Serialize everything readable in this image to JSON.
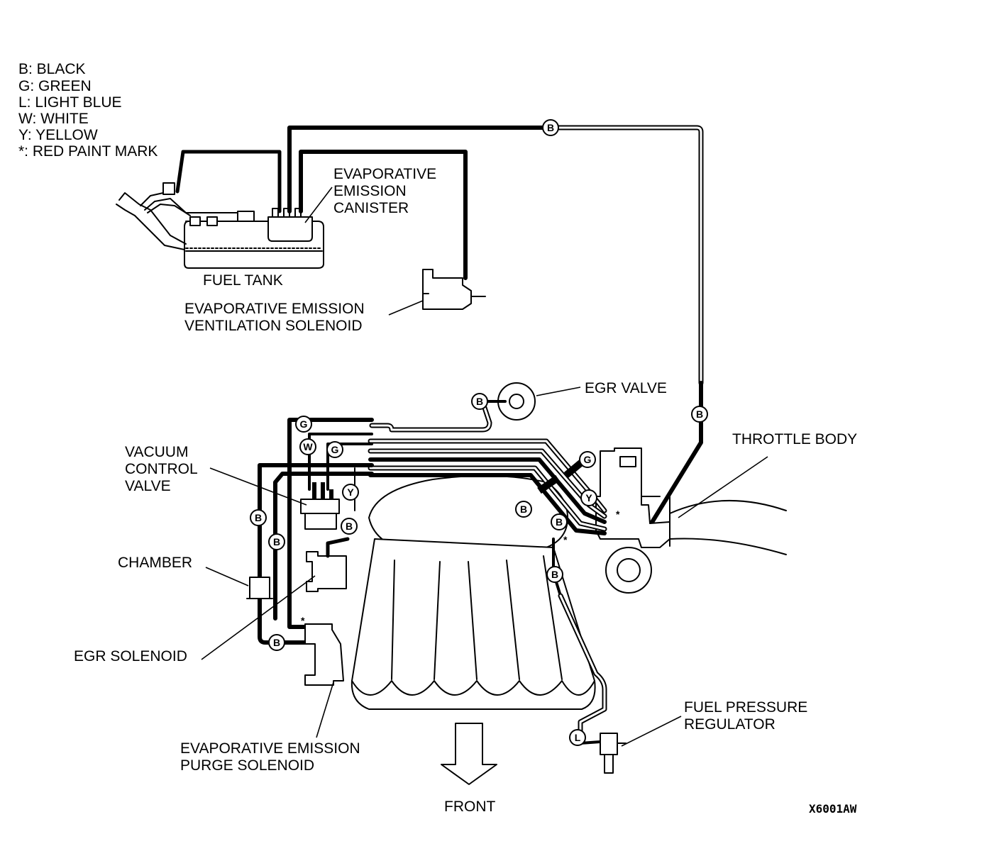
{
  "legend": [
    "B: BLACK",
    "G: GREEN",
    "L: LIGHT BLUE",
    "W: WHITE",
    "Y: YELLOW",
    "*: RED PAINT MARK"
  ],
  "labels": {
    "canister": [
      "EVAPORATIVE",
      "EMISSION",
      "CANISTER"
    ],
    "fuel_tank": "FUEL TANK",
    "vent_solenoid": [
      "EVAPORATIVE EMISSION",
      "VENTILATION SOLENOID"
    ],
    "egr_valve": "EGR VALVE",
    "throttle_body": "THROTTLE BODY",
    "vacuum_control_valve": [
      "VACUUM",
      "CONTROL",
      "VALVE"
    ],
    "chamber": "CHAMBER",
    "egr_solenoid": "EGR SOLENOID",
    "purge_solenoid": [
      "EVAPORATIVE EMISSION",
      "PURGE SOLENOID"
    ],
    "fuel_pressure_regulator": [
      "FUEL PRESSURE",
      "REGULATOR"
    ],
    "front": "FRONT"
  },
  "figure_code": "X6001AW",
  "hose_tags": {
    "top_line": "B",
    "right_line": "B",
    "egr_valve": "B",
    "g_top": "G",
    "w_tag": "W",
    "g_mid": "G",
    "y_left": "Y",
    "b_vcv": "B",
    "b_left_outer": "B",
    "b_left_inner": "B",
    "b_purge": "B",
    "g_right": "G",
    "y_right": "Y",
    "b_right_1": "B",
    "b_right_2": "B",
    "b_lower": "B",
    "l_regulator": "L"
  }
}
